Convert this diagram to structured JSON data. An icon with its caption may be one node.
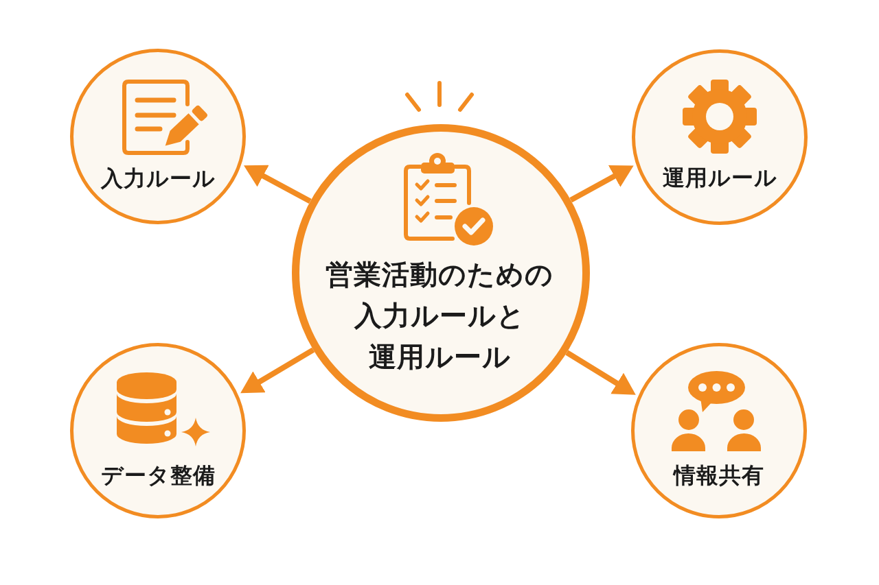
{
  "diagram": {
    "nodes": [
      {
        "text": [
          "営業活動のための入力ルールと運用ルール"
        ]
      },
      {
        "text": [
          "入力ルール"
        ]
      },
      {
        "text": [
          "運用ルール"
        ]
      },
      {
        "text": [
          "データ整備"
        ]
      },
      {
        "text": [
          "情報共有"
        ]
      }
    ],
    "edges": [
      {
        "from": 0,
        "to": 1,
        "arrow": "to"
      },
      {
        "from": 0,
        "to": 2,
        "arrow": "to"
      },
      {
        "from": 0,
        "to": 3,
        "arrow": "to"
      },
      {
        "from": 0,
        "to": 4,
        "arrow": "to"
      }
    ]
  }
}
